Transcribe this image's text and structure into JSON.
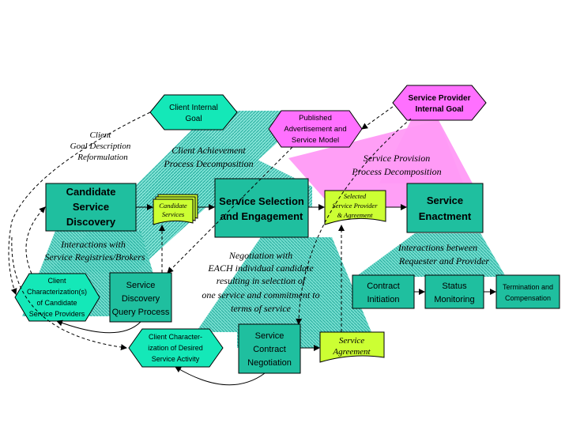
{
  "colors": {
    "teal_box": "#1fbf9f",
    "aqua_hex": "#14e8b8",
    "magenta": "#ff70ff",
    "green_doc": "#ccff33",
    "hatch_teal": "#27c9b4",
    "pink_region": "#ff9af6",
    "stroke": "#000000"
  },
  "hexagons": {
    "client_internal_goal": [
      "Client Internal",
      "Goal"
    ],
    "service_provider_goal": [
      "Service Provider",
      "Internal Goal"
    ],
    "published_advertisement": [
      "Published",
      "Advertisement and",
      "Service Model"
    ],
    "client_characterization_providers": [
      "Client",
      "Characterization(s)",
      "of Candidate",
      "Service Providers"
    ],
    "client_characterization_activity": [
      "Client Character-",
      "ization of Desired",
      "Service Activity"
    ]
  },
  "boxes": {
    "candidate_service_discovery": [
      "Candidate",
      "Service",
      "Discovery"
    ],
    "service_selection": [
      "Service Selection",
      "and Engagement"
    ],
    "service_enactment": [
      "Service",
      "Enactment"
    ],
    "service_discovery_query": [
      "Service",
      "Discovery",
      "Query Process"
    ],
    "service_contract_negotiation": [
      "Service",
      "Contract",
      "Negotiation"
    ],
    "contract_initiation": [
      "Contract",
      "Initiation"
    ],
    "status_monitoring": [
      "Status",
      "Monitoring"
    ],
    "termination_compensation": [
      "Termination and",
      "Compensation"
    ]
  },
  "documents": {
    "candidate_services": [
      "Candidate",
      "Services"
    ],
    "selected_provider": [
      "Selected",
      "Service Provider",
      "& Agreement"
    ],
    "service_agreement": [
      "Service",
      "Agreement"
    ]
  },
  "annotations": {
    "client_goal_reformulation": [
      "Client",
      "Goal Description",
      "Reformulation"
    ],
    "client_achievement": [
      "Client Achievement",
      "Process Decomposition"
    ],
    "service_provision": [
      "Service Provision",
      "Process Decomposition"
    ],
    "interactions_registries": [
      "Interactions with",
      "Service Registries/Brokers"
    ],
    "negotiation": [
      "Negotiation with",
      "EACH individual candidate",
      "resulting in selection of",
      "one service and commitment to",
      "terms of service"
    ],
    "interactions_requester_provider": [
      "Interactions between",
      "Requester and Provider"
    ]
  }
}
